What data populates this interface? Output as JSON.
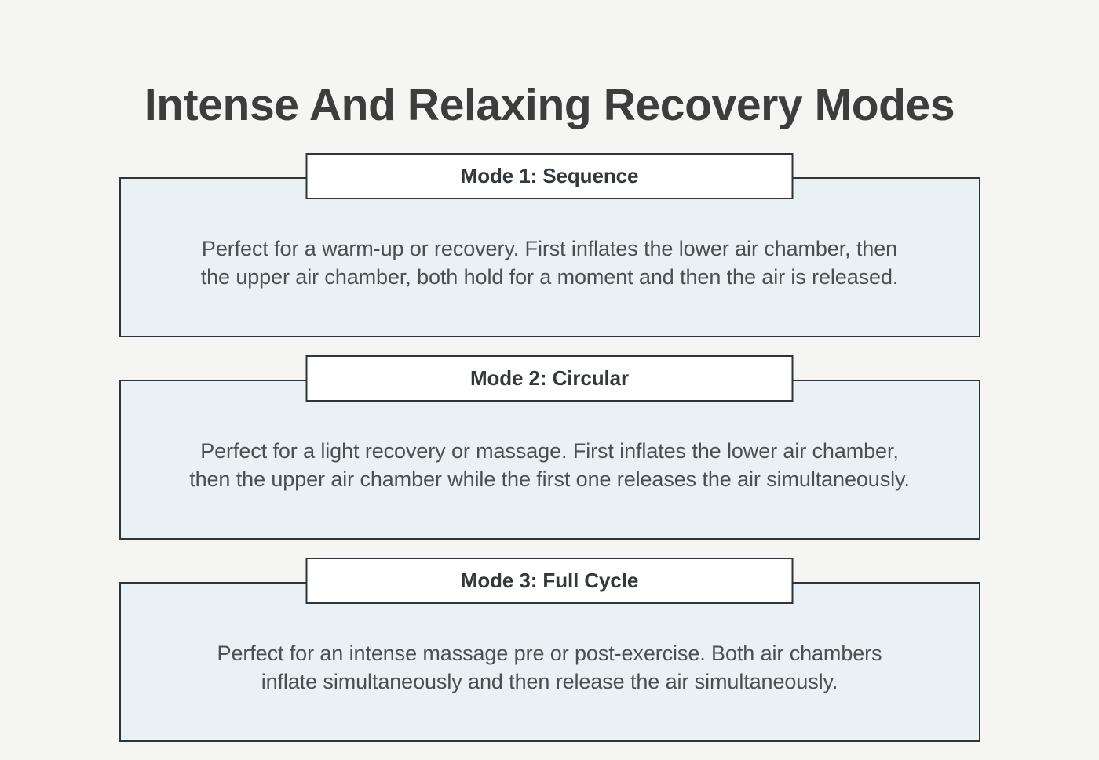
{
  "page": {
    "title": "Intense And Relaxing Recovery Modes",
    "background_color": "#f5f5f4",
    "title_color": "#3d3d3d"
  },
  "theme": {
    "card_fill": "#eaf1f4",
    "card_border": "#2f3438",
    "header_fill": "#ffffff",
    "header_text_color": "#33383c",
    "body_text_color": "#4a4f52"
  },
  "cards": [
    {
      "header": "Mode 1: Sequence",
      "text": "Perfect for a warm-up or recovery. First inflates the lower air chamber, then the upper air chamber, both hold for a moment and then the air is released."
    },
    {
      "header": "Mode 2: Circular",
      "text": "Perfect for a light recovery or massage. First inflates the lower air chamber, then the upper air chamber while the first one releases the air simultaneously."
    },
    {
      "header": "Mode 3: Full Cycle",
      "text": "Perfect for an intense massage pre or post-exercise. Both air chambers inflate simultaneously and then release the air simultaneously."
    }
  ]
}
